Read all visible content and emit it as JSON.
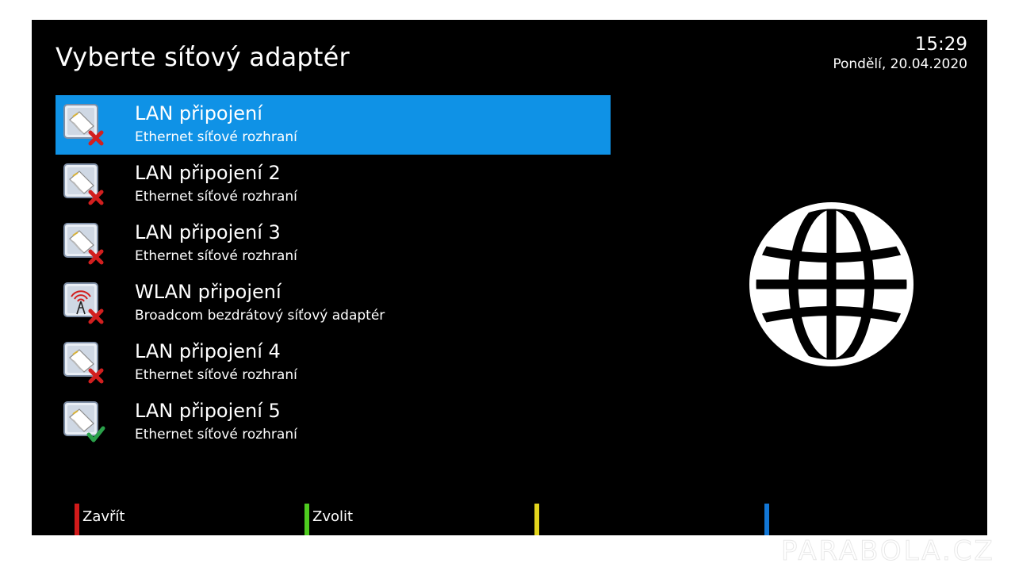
{
  "header": {
    "title": "Vyberte síťový adaptér",
    "time": "15:29",
    "date": "Pondělí, 20.04.2020"
  },
  "adapters": [
    {
      "name": "LAN připojení",
      "description": "Ethernet síťové rozhraní",
      "icon": "ethernet-disconnected-icon",
      "status": "disconnected",
      "selected": true
    },
    {
      "name": "LAN připojení 2",
      "description": "Ethernet síťové rozhraní",
      "icon": "ethernet-disconnected-icon",
      "status": "disconnected",
      "selected": false
    },
    {
      "name": "LAN připojení 3",
      "description": "Ethernet síťové rozhraní",
      "icon": "ethernet-disconnected-icon",
      "status": "disconnected",
      "selected": false
    },
    {
      "name": "WLAN připojení",
      "description": "Broadcom bezdrátový síťový adaptér",
      "icon": "wlan-disconnected-icon",
      "status": "disconnected",
      "selected": false
    },
    {
      "name": "LAN připojení 4",
      "description": "Ethernet síťové rozhraní",
      "icon": "ethernet-disconnected-icon",
      "status": "disconnected",
      "selected": false
    },
    {
      "name": "LAN připojení 5",
      "description": "Ethernet síťové rozhraní",
      "icon": "ethernet-connected-icon",
      "status": "connected",
      "selected": false
    }
  ],
  "footer": {
    "red_label": "Zavřít",
    "green_label": "Zvolit",
    "yellow_label": "",
    "blue_label": ""
  },
  "watermark": "PARABOLA.CZ",
  "colors": {
    "background": "#000000",
    "selection": "#0f92e6",
    "red_key": "#d11a1a",
    "green_key": "#4ecb1f",
    "yellow_key": "#e3d51d",
    "blue_key": "#1277d6"
  }
}
